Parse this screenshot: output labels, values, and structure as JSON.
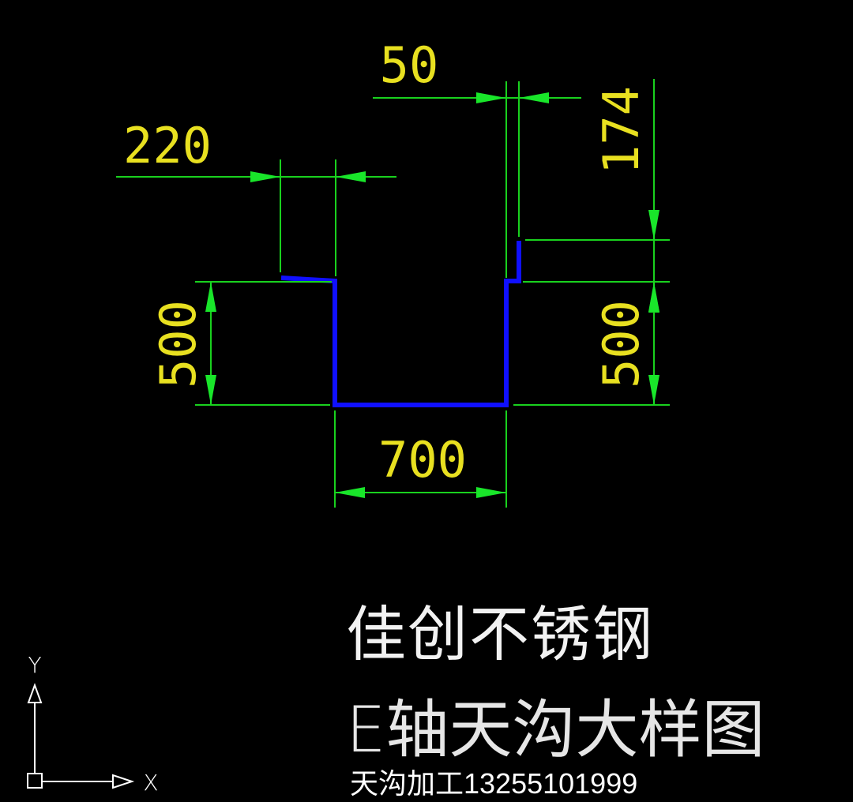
{
  "dimensions": {
    "top_left_flange": "220",
    "top_right_flange": "50",
    "right_lip_height": "174",
    "left_depth": "500",
    "right_depth": "500",
    "bottom_width": "700"
  },
  "ucs": {
    "x_label": "X",
    "y_label": "Y"
  },
  "titles": {
    "company": "佳创不锈钢",
    "drawing": "E轴天沟大样图",
    "contact": "天沟加工13255101999"
  },
  "colors": {
    "background": "#000000",
    "profile": "#1010ff",
    "dimension_lines": "#19d11e",
    "dimension_text": "#e8e020"
  }
}
